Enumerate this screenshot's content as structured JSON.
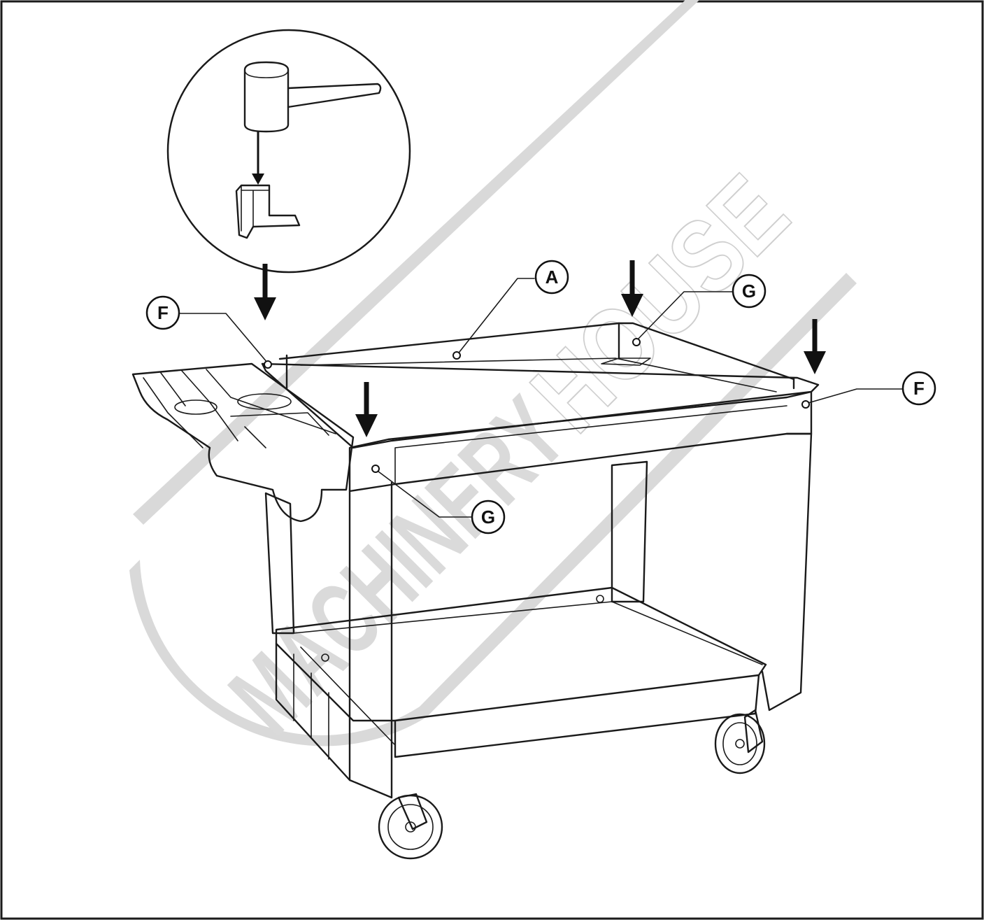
{
  "callouts": {
    "a": "A",
    "f_left": "F",
    "f_right": "F",
    "g_top": "G",
    "g_front": "G"
  },
  "watermark": {
    "text_solid": "MACHINERY",
    "text_outline": "HOUSE"
  },
  "colors": {
    "line": "#1a1a1a",
    "frame": "#1a1a1a",
    "watermark": "#d9d9d9",
    "background": "#ffffff"
  },
  "icons": [
    "mallet-icon",
    "corner-bracket-icon",
    "down-arrow-icon",
    "utility-cart"
  ]
}
